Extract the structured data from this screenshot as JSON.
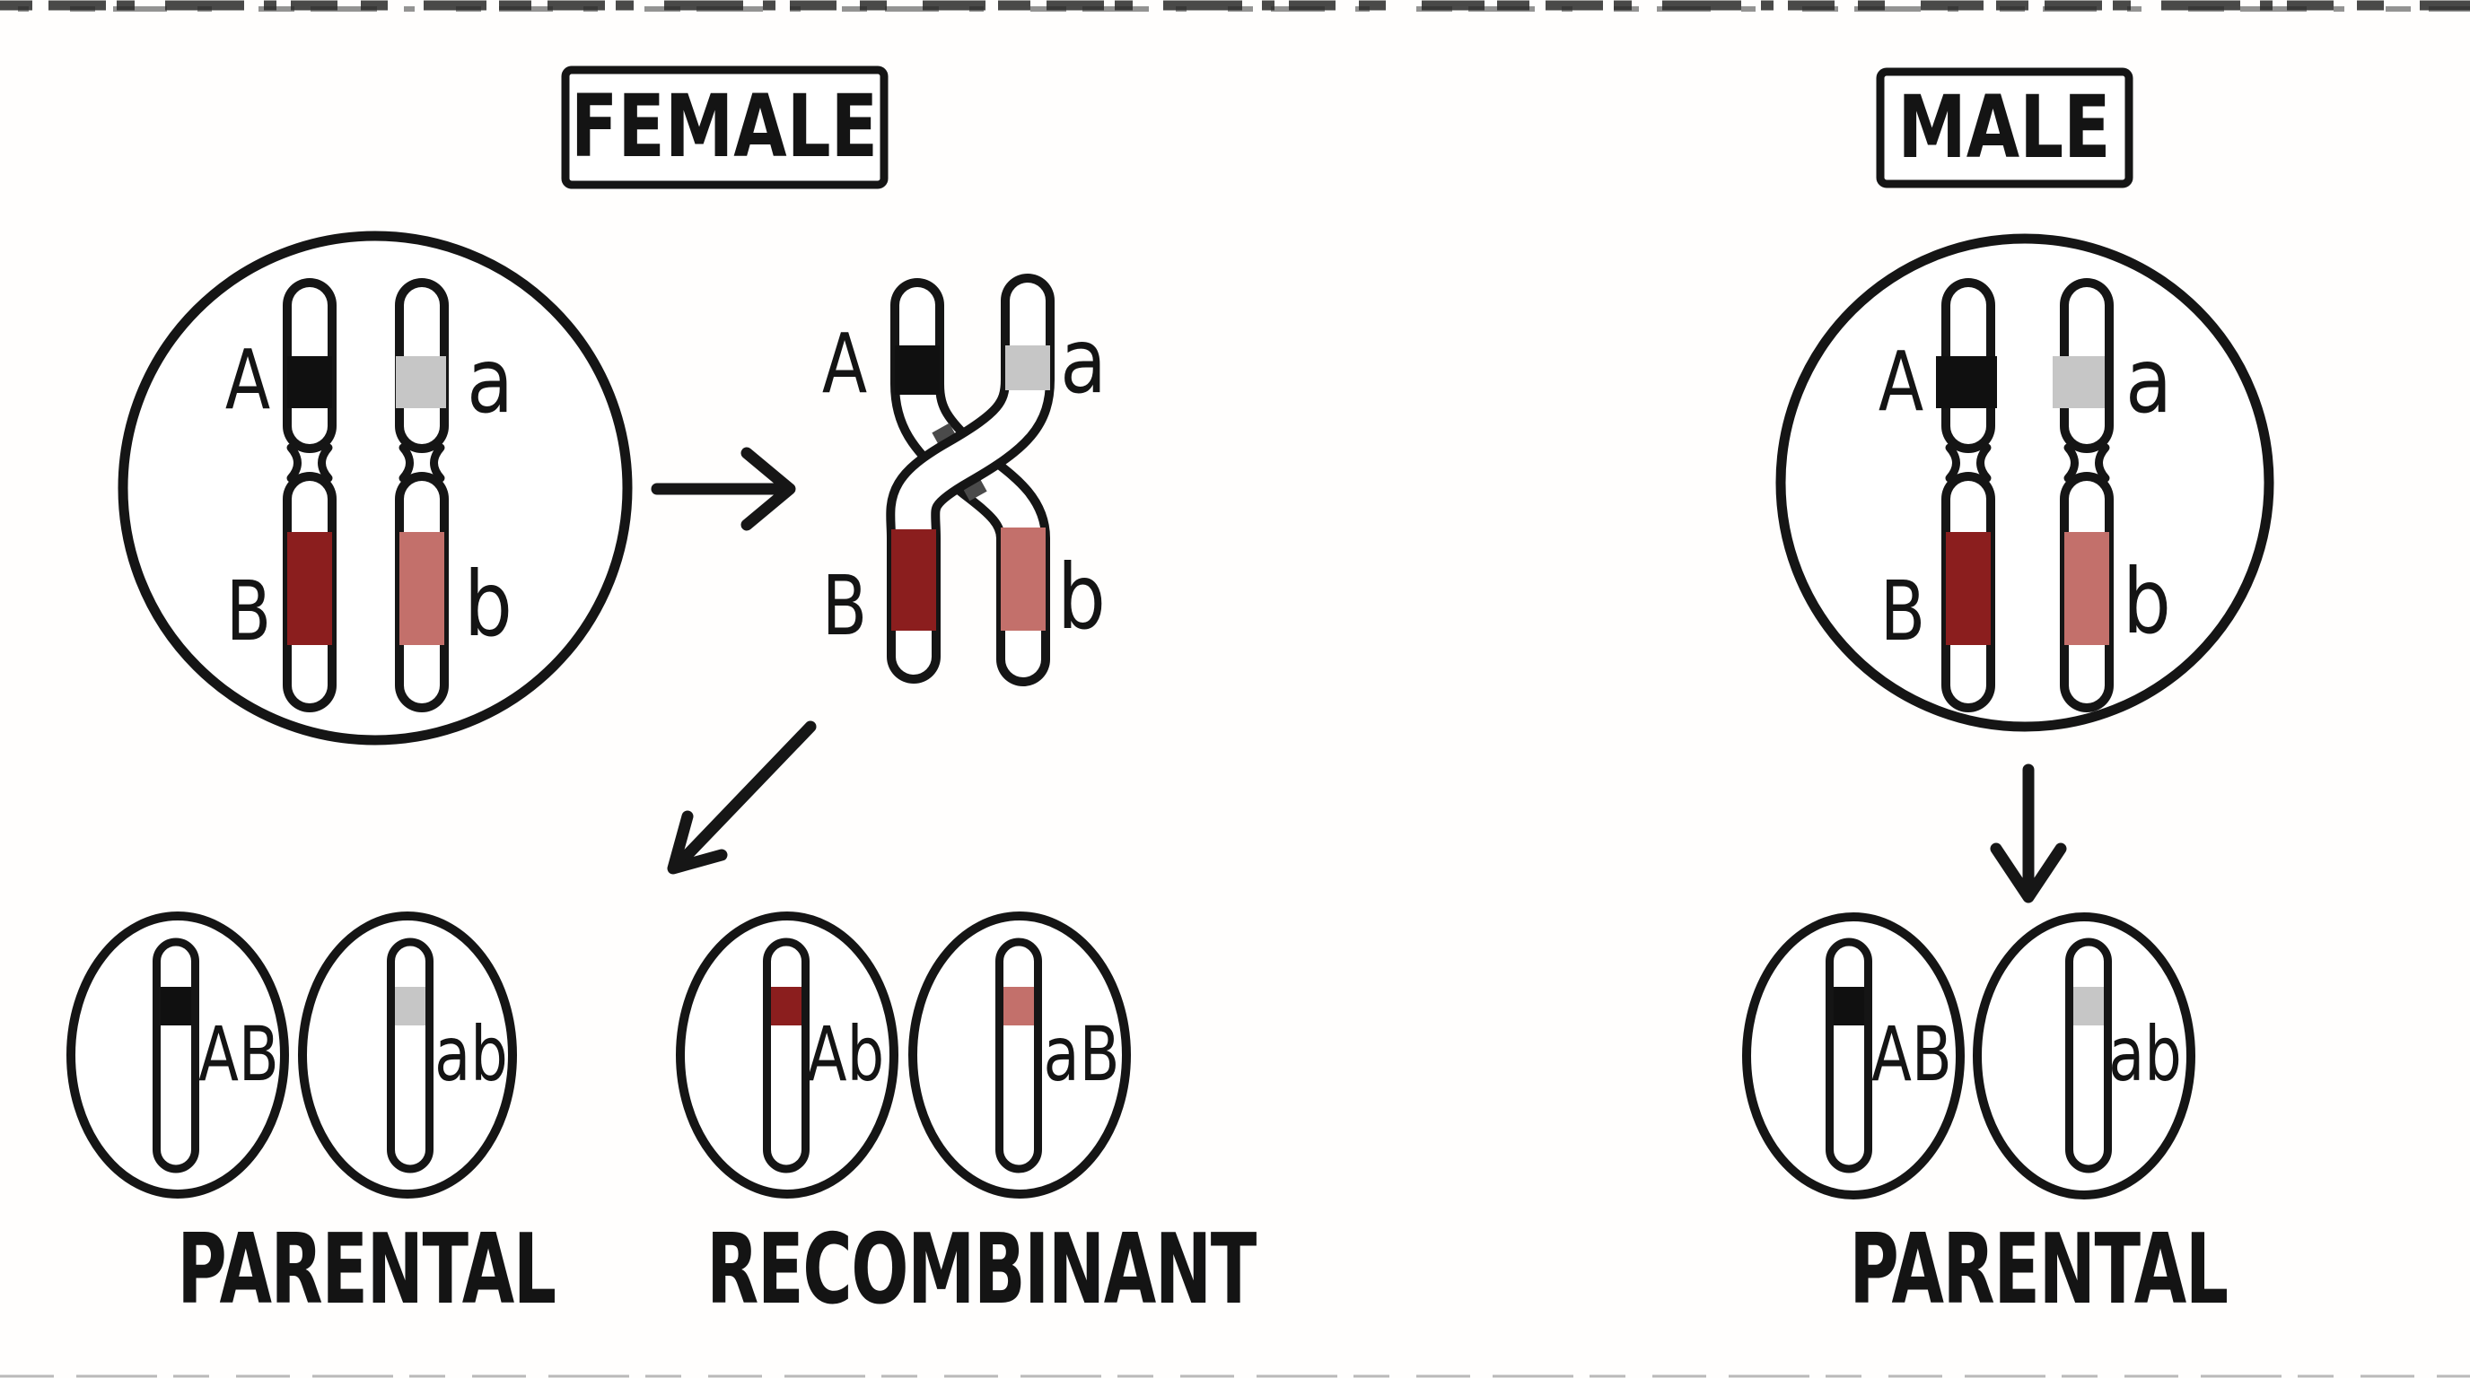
{
  "headers": {
    "female": "FEMALE",
    "male": "MALE"
  },
  "alleles": {
    "A": "A",
    "a": "a",
    "B": "B",
    "b": "b"
  },
  "gametes": {
    "female": [
      {
        "label": "AB",
        "band": "black",
        "category": "parental"
      },
      {
        "label": "ab",
        "band": "gray",
        "category": "parental"
      },
      {
        "label": "Ab",
        "band": "dark_red",
        "category": "recombinant"
      },
      {
        "label": "aB",
        "band": "light_red",
        "category": "recombinant"
      }
    ],
    "male": [
      {
        "label": "AB",
        "band": "black",
        "category": "parental"
      },
      {
        "label": "ab",
        "band": "gray",
        "category": "parental"
      }
    ]
  },
  "category_labels": {
    "parental_female": "PARENTAL",
    "recombinant_female": "RECOMBINANT",
    "parental_male": "PARENTAL"
  },
  "colors": {
    "outline_black": "#151515",
    "band_black": "#101010",
    "band_gray": "#c6c6c6",
    "band_dark_red": "#8b1e1e",
    "band_light_red": "#c3706b",
    "letter_gray": "#9d9d9d",
    "letter_maroon": "#9a5a56",
    "chiasma_gray": "#4a4a4a"
  }
}
